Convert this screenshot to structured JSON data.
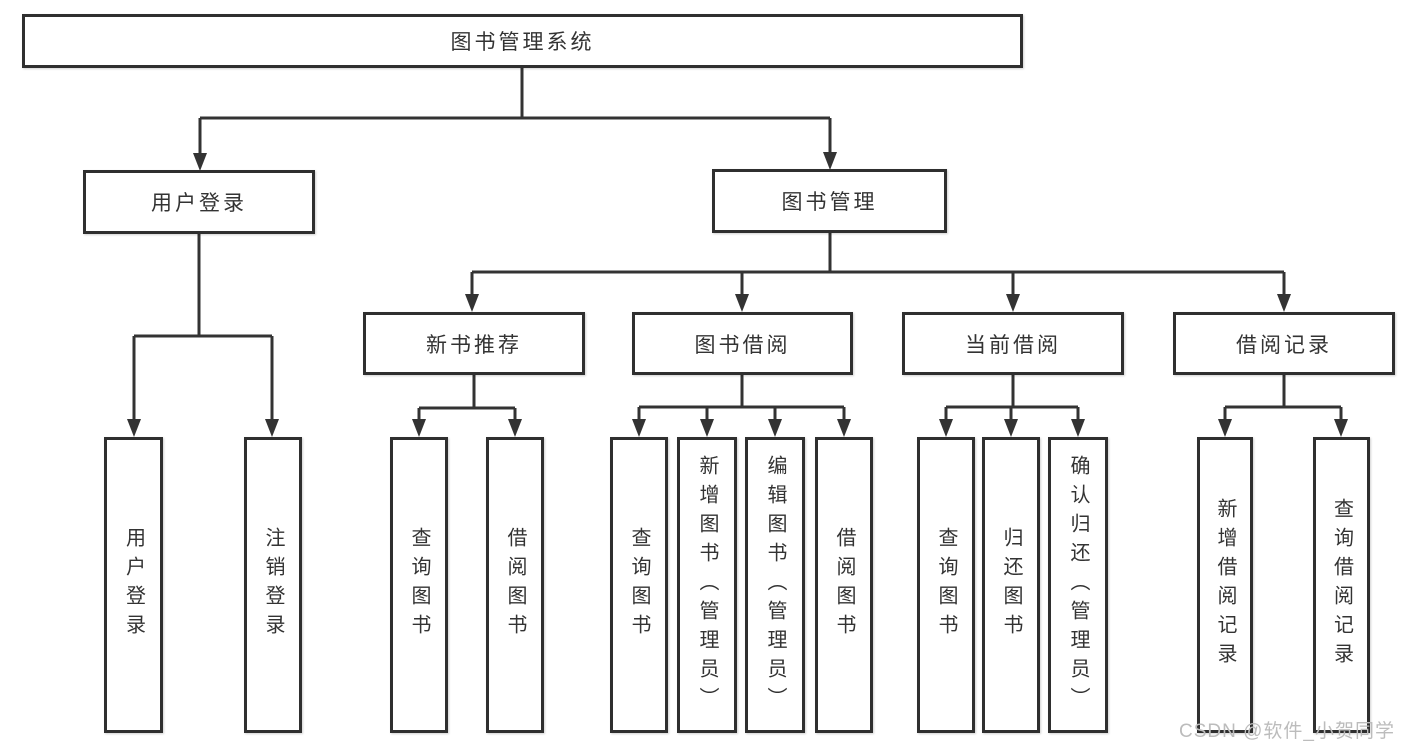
{
  "watermark": "CSDN @软件_小贺同学",
  "colors": {
    "line": "#333333",
    "box_border": "#2f2f2f",
    "box_fill": "#ffffff",
    "text": "#333333",
    "watermark": "#bcbcbc"
  },
  "diagram": {
    "type": "hierarchy-tree",
    "title": "图书管理系统",
    "branches": [
      {
        "label": "用户登录",
        "children": [
          {
            "label": "用户登录"
          },
          {
            "label": "注销登录"
          }
        ]
      },
      {
        "label": "图书管理",
        "children": [
          {
            "label": "新书推荐",
            "children": [
              {
                "label": "查询图书"
              },
              {
                "label": "借阅图书"
              }
            ]
          },
          {
            "label": "图书借阅",
            "children": [
              {
                "label": "查询图书"
              },
              {
                "label": "新增图书（管理员）"
              },
              {
                "label": "编辑图书（管理员）"
              },
              {
                "label": "借阅图书"
              }
            ]
          },
          {
            "label": "当前借阅",
            "children": [
              {
                "label": "查询图书"
              },
              {
                "label": "归还图书"
              },
              {
                "label": "确认归还（管理员）"
              }
            ]
          },
          {
            "label": "借阅记录",
            "children": [
              {
                "label": "新增借阅记录"
              },
              {
                "label": "查询借阅记录"
              }
            ]
          }
        ]
      }
    ]
  }
}
